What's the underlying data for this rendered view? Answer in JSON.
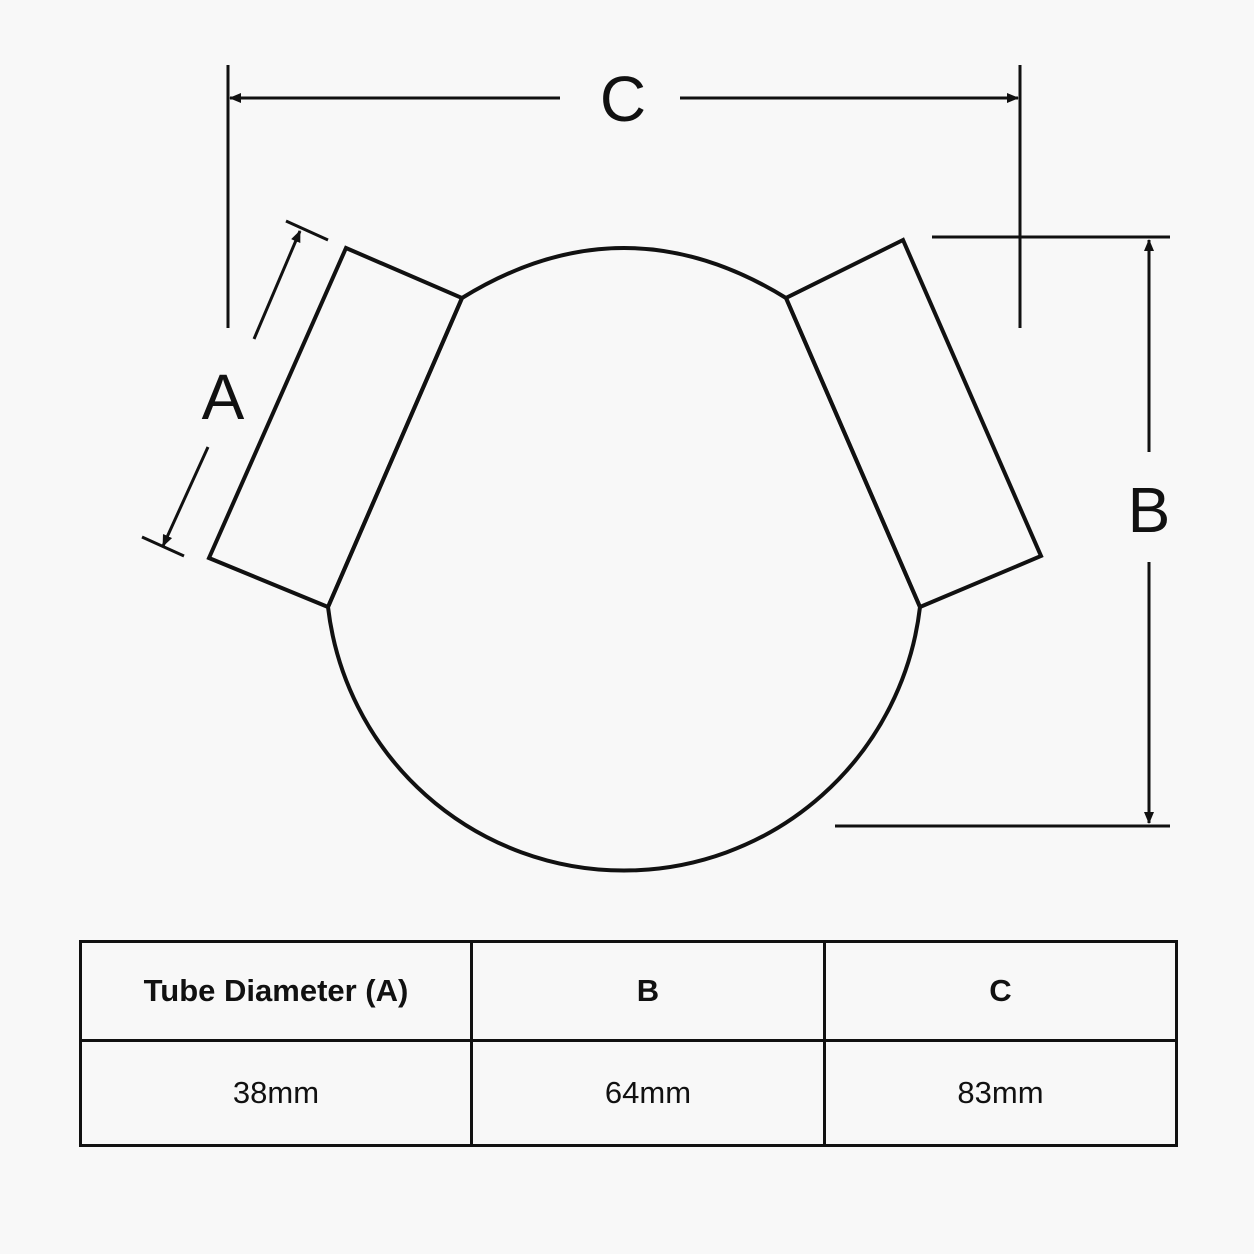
{
  "diagram": {
    "labels": {
      "a": "A",
      "b": "B",
      "c": "C"
    },
    "stroke_color": "#111111",
    "background_color": "#f8f8f8"
  },
  "table": {
    "headers": [
      "Tube Diameter (A)",
      "B",
      "C"
    ],
    "values": [
      "38mm",
      "64mm",
      "83mm"
    ]
  }
}
